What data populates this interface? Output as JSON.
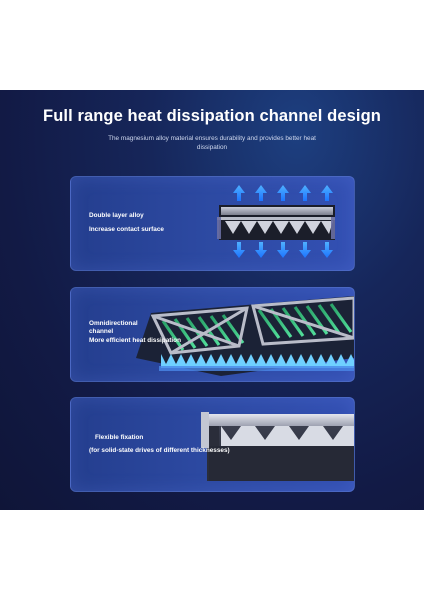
{
  "header": {
    "title": "Full range heat dissipation channel design",
    "subtitle": "The magnesium alloy material ensures durability and provides better heat dissipation"
  },
  "panels": [
    {
      "label_1": "Double layer alloy",
      "label_2": "Increase contact surface"
    },
    {
      "label_1": "Omnidirectional channel",
      "label_2": "More efficient heat dissipation"
    },
    {
      "label_1": "Flexible fixation",
      "label_2": "(for solid-state drives of different thicknesses)"
    }
  ],
  "colors": {
    "background": "#131b47",
    "panel": "#2d4aa3",
    "arrow": "#1f8fff",
    "heat_channel": "#3ad28a"
  }
}
